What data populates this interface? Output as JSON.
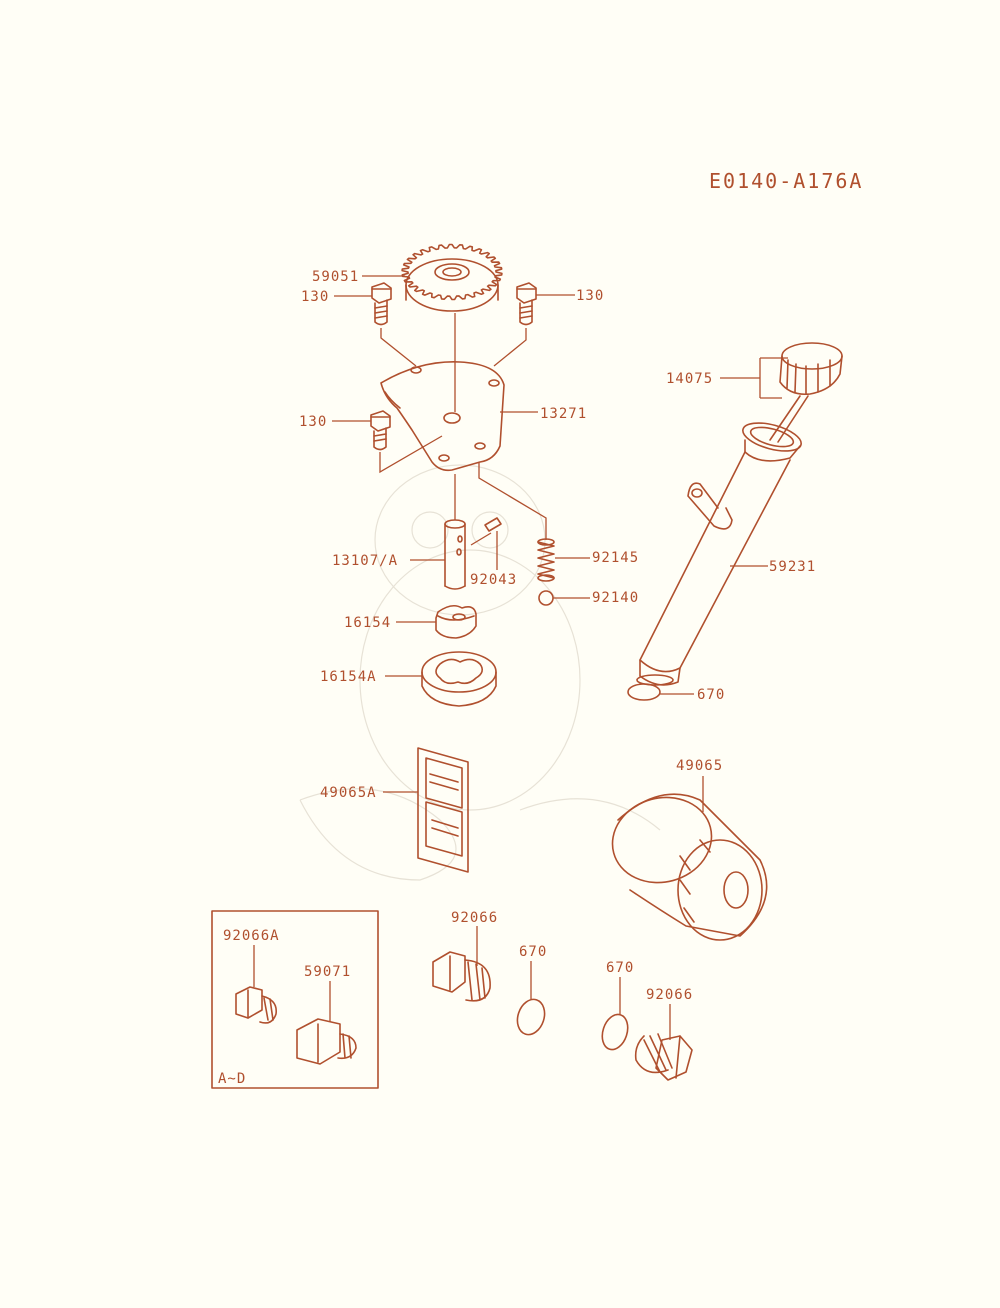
{
  "diagram": {
    "code": "E0140-A176A",
    "colors": {
      "line": "#b0502e",
      "background": "#fffef6",
      "watermark": "#e7e2d6"
    },
    "box_label": "A~D",
    "labels": {
      "gear": "59051",
      "bolt_left": "130",
      "bolt_right": "130",
      "bolt_mid": "130",
      "cover": "13271",
      "dipstick": "14075",
      "shaft": "13107/A",
      "pin": "92043",
      "spring": "92145",
      "ball": "92140",
      "rotor_inner": "16154",
      "rotor_outer": "16154A",
      "tube": "59231",
      "oring_tube": "670",
      "screen": "49065A",
      "filter": "49065",
      "plug_box": "92066A",
      "fitting": "59071",
      "plug_center": "92066",
      "oring_center": "670",
      "oring_right": "670",
      "plug_right": "92066"
    }
  }
}
